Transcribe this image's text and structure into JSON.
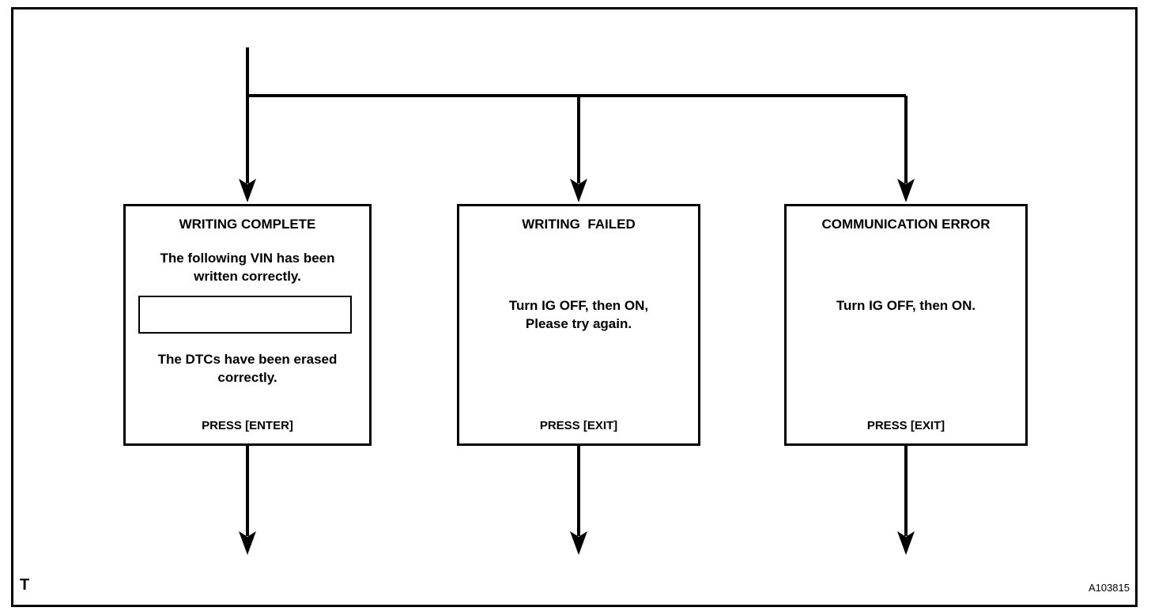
{
  "figure": {
    "corner_label": "T",
    "figure_code": "A103815",
    "background_color": "#ffffff",
    "line_color": "#000000"
  },
  "boxes": [
    {
      "title": "WRITING COMPLETE",
      "para1": [
        "The following VIN has been",
        "written correctly."
      ],
      "vin_field_value": "",
      "para2": [
        "The DTCs have been erased",
        "correctly."
      ],
      "action": "PRESS [ENTER]"
    },
    {
      "title": "WRITING  FAILED",
      "para1": [
        "Turn IG OFF, then ON,",
        "Please try again."
      ],
      "action": "PRESS [EXIT]"
    },
    {
      "title": "COMMUNICATION ERROR",
      "para1": [
        "Turn IG OFF, then ON."
      ],
      "action": "PRESS [EXIT]"
    }
  ]
}
